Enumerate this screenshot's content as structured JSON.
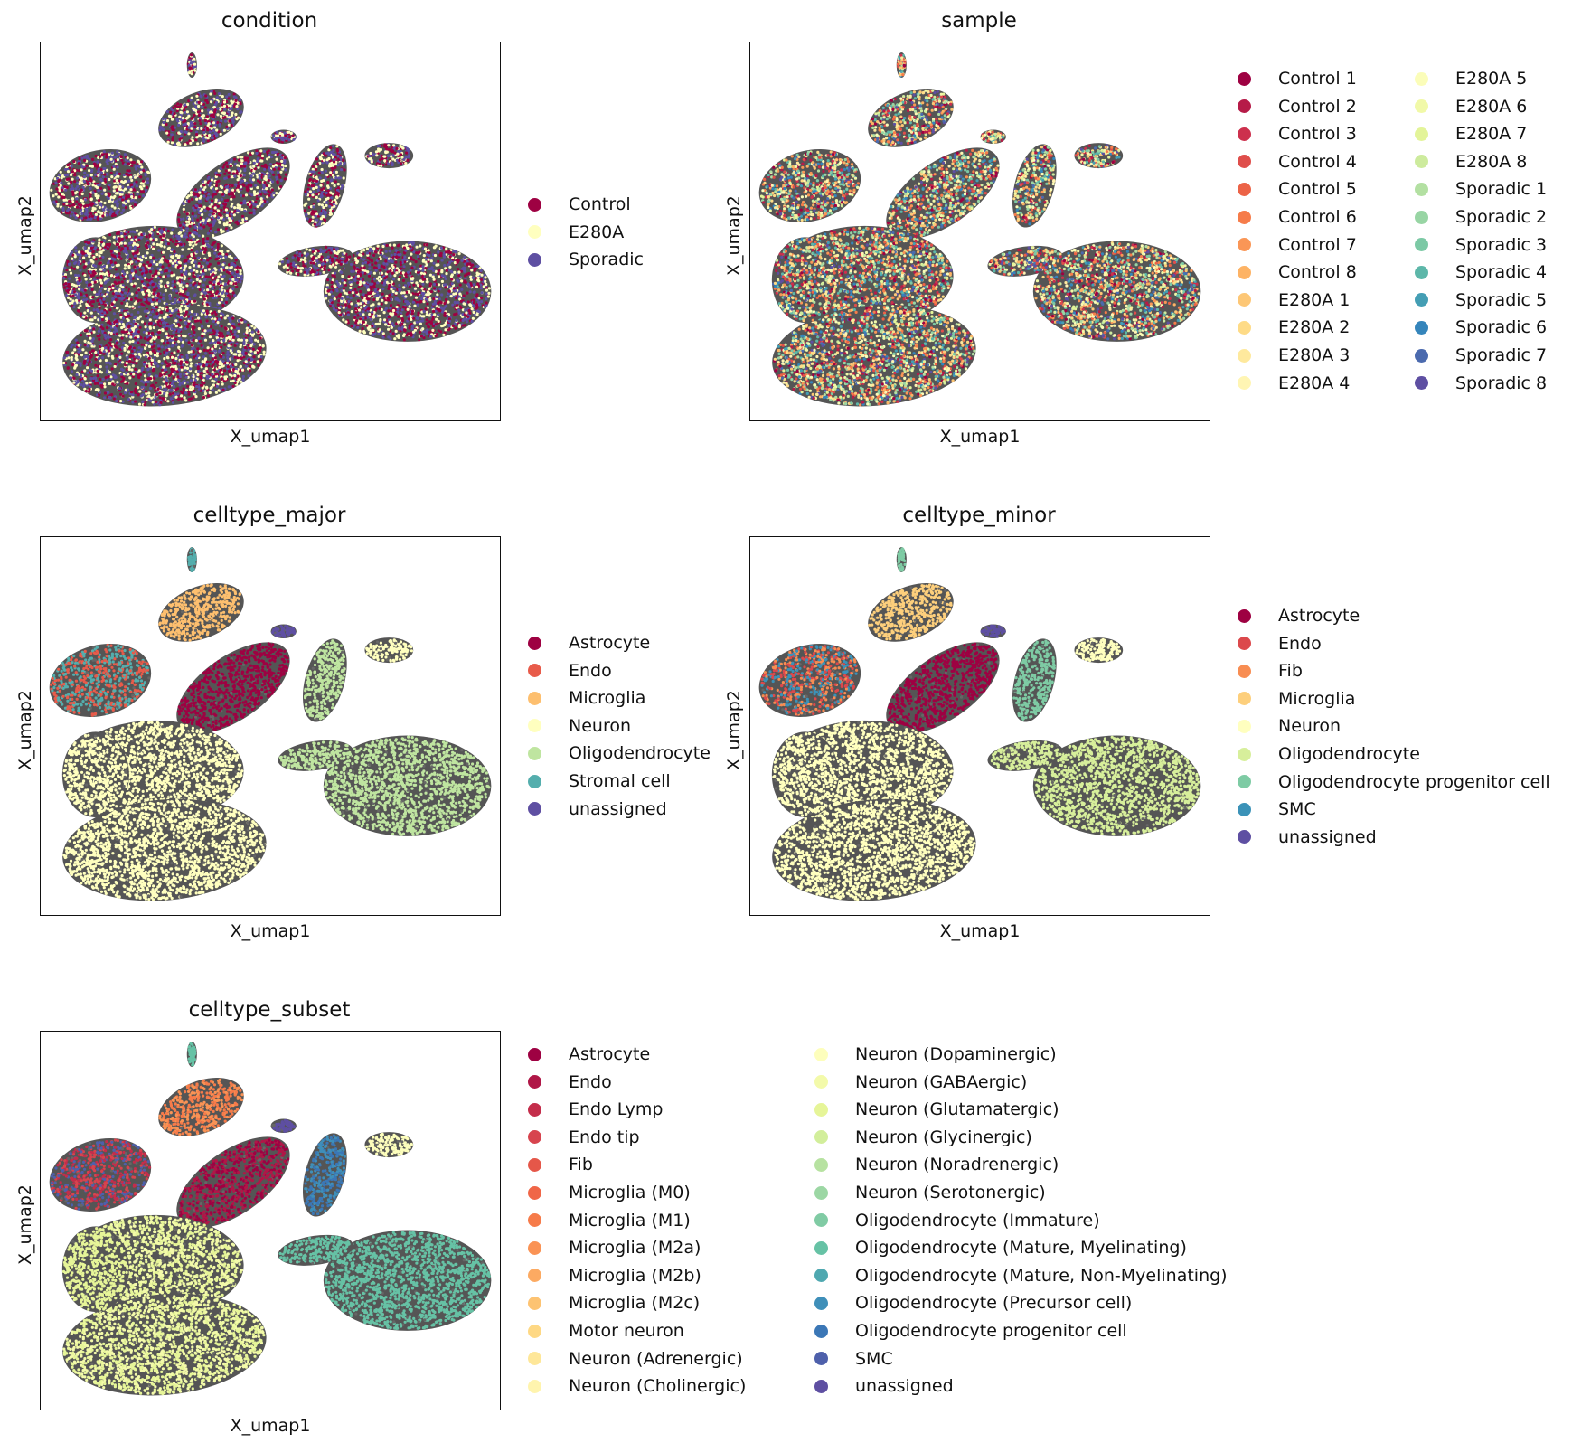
{
  "panels": [
    {
      "title": "condition",
      "xlabel": "X_umap1",
      "ylabel": "X_umap2",
      "legend_columns": [
        [
          {
            "label": "Control",
            "color": "#9e0142"
          },
          {
            "label": "E280A",
            "color": "#ffffbf"
          },
          {
            "label": "Sporadic",
            "color": "#5e4fa2"
          }
        ]
      ]
    },
    {
      "title": "sample",
      "xlabel": "X_umap1",
      "ylabel": "X_umap2",
      "legend_columns": [
        [
          {
            "label": "Control 1",
            "color": "#9e0142"
          },
          {
            "label": "Control 2",
            "color": "#b61b48"
          },
          {
            "label": "Control 3",
            "color": "#cd304d"
          },
          {
            "label": "Control 4",
            "color": "#df4e4b"
          },
          {
            "label": "Control 5",
            "color": "#ec6347"
          },
          {
            "label": "Control 6",
            "color": "#f67c4a"
          },
          {
            "label": "Control 7",
            "color": "#fa9656"
          },
          {
            "label": "Control 8",
            "color": "#fdb365"
          },
          {
            "label": "E280A 1",
            "color": "#fdc776"
          },
          {
            "label": "E280A 2",
            "color": "#fedb87"
          },
          {
            "label": "E280A 3",
            "color": "#fee99d"
          },
          {
            "label": "E280A 4",
            "color": "#fff5b3"
          }
        ],
        [
          {
            "label": "E280A 5",
            "color": "#fbfdb9"
          },
          {
            "label": "E280A 6",
            "color": "#f1f9a8"
          },
          {
            "label": "E280A 7",
            "color": "#e3f499"
          },
          {
            "label": "E280A 8",
            "color": "#cdeb9d"
          },
          {
            "label": "Sporadic 1",
            "color": "#b3e0a2"
          },
          {
            "label": "Sporadic 2",
            "color": "#98d5a4"
          },
          {
            "label": "Sporadic 3",
            "color": "#7cc9a5"
          },
          {
            "label": "Sporadic 4",
            "color": "#5db7a9"
          },
          {
            "label": "Sporadic 5",
            "color": "#449eb4"
          },
          {
            "label": "Sporadic 6",
            "color": "#3585bb"
          },
          {
            "label": "Sporadic 7",
            "color": "#4b6aae"
          },
          {
            "label": "Sporadic 8",
            "color": "#5e4fa2"
          }
        ]
      ]
    },
    {
      "title": "celltype_major",
      "xlabel": "X_umap1",
      "ylabel": "X_umap2",
      "legend_columns": [
        [
          {
            "label": "Astrocyte",
            "color": "#9e0142"
          },
          {
            "label": "Endo",
            "color": "#e85b4a"
          },
          {
            "label": "Microglia",
            "color": "#fdbf6f"
          },
          {
            "label": "Neuron",
            "color": "#ffffbf"
          },
          {
            "label": "Oligodendrocyte",
            "color": "#bfe5a0"
          },
          {
            "label": "Stromal cell",
            "color": "#54aead"
          },
          {
            "label": "unassigned",
            "color": "#5e4fa2"
          }
        ]
      ]
    },
    {
      "title": "celltype_minor",
      "xlabel": "X_umap1",
      "ylabel": "X_umap2",
      "legend_columns": [
        [
          {
            "label": "Astrocyte",
            "color": "#9e0142"
          },
          {
            "label": "Endo",
            "color": "#dc494c"
          },
          {
            "label": "Fib",
            "color": "#f88d52"
          },
          {
            "label": "Microglia",
            "color": "#fdcf7c"
          },
          {
            "label": "Neuron",
            "color": "#ffffbf"
          },
          {
            "label": "Oligodendrocyte",
            "color": "#d7ef9b"
          },
          {
            "label": "Oligodendrocyte progenitor cell",
            "color": "#7ecba4"
          },
          {
            "label": "SMC",
            "color": "#3b92b8"
          },
          {
            "label": "unassigned",
            "color": "#5e4fa2"
          }
        ]
      ]
    },
    {
      "title": "celltype_subset",
      "xlabel": "X_umap1",
      "ylabel": "X_umap2",
      "legend_columns": [
        [
          {
            "label": "Astrocyte",
            "color": "#9e0142"
          },
          {
            "label": "Endo",
            "color": "#b01747"
          },
          {
            "label": "Endo Lymp",
            "color": "#c42d4b"
          },
          {
            "label": "Endo tip",
            "color": "#d7444e"
          },
          {
            "label": "Fib",
            "color": "#e55749"
          },
          {
            "label": "Microglia (M0)",
            "color": "#f06647"
          },
          {
            "label": "Microglia (M1)",
            "color": "#f67b4a"
          },
          {
            "label": "Microglia (M2a)",
            "color": "#fa9355"
          },
          {
            "label": "Microglia (M2b)",
            "color": "#fcaa62"
          },
          {
            "label": "Microglia (M2c)",
            "color": "#fdc372"
          },
          {
            "label": "Motor neuron",
            "color": "#fed884"
          },
          {
            "label": "Neuron (Adrenergic)",
            "color": "#fee799"
          },
          {
            "label": "Neuron (Cholinergic)",
            "color": "#fff4ae"
          }
        ],
        [
          {
            "label": "Neuron (Dopaminergic)",
            "color": "#fdfebc"
          },
          {
            "label": "Neuron (GABAergic)",
            "color": "#f3faaa"
          },
          {
            "label": "Neuron (Glutamatergic)",
            "color": "#e6f598"
          },
          {
            "label": "Neuron (Glycinergic)",
            "color": "#d2ee9b"
          },
          {
            "label": "Neuron (Noradrenergic)",
            "color": "#b7e2a1"
          },
          {
            "label": "Neuron (Serotonergic)",
            "color": "#9cd7a4"
          },
          {
            "label": "Oligodendrocyte (Immature)",
            "color": "#80cba4"
          },
          {
            "label": "Oligodendrocyte (Mature, Myelinating)",
            "color": "#66c2a5"
          },
          {
            "label": "Oligodendrocyte (Mature, Non-Myelinating)",
            "color": "#4fa8b0"
          },
          {
            "label": "Oligodendrocyte (Precursor cell)",
            "color": "#3f8fb9"
          },
          {
            "label": "Oligodendrocyte progenitor cell",
            "color": "#3b77b6"
          },
          {
            "label": "SMC",
            "color": "#4e60ab"
          },
          {
            "label": "unassigned",
            "color": "#5e4fa2"
          }
        ]
      ]
    }
  ]
}
